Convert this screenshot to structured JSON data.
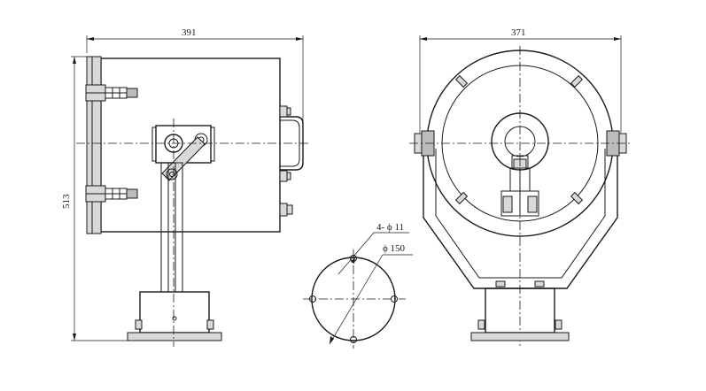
{
  "drawing": {
    "side_view": {
      "width_dimension": "391",
      "height_dimension": "513"
    },
    "front_view": {
      "width_dimension": "371"
    },
    "flange_detail": {
      "hole_callout": "4- ϕ 11",
      "circle_callout": "ϕ 150"
    }
  },
  "colors": {
    "line": "#1a1a1a",
    "fill": "#d9d9d9",
    "fill_dark": "#bcbcbc",
    "background": "#ffffff"
  }
}
